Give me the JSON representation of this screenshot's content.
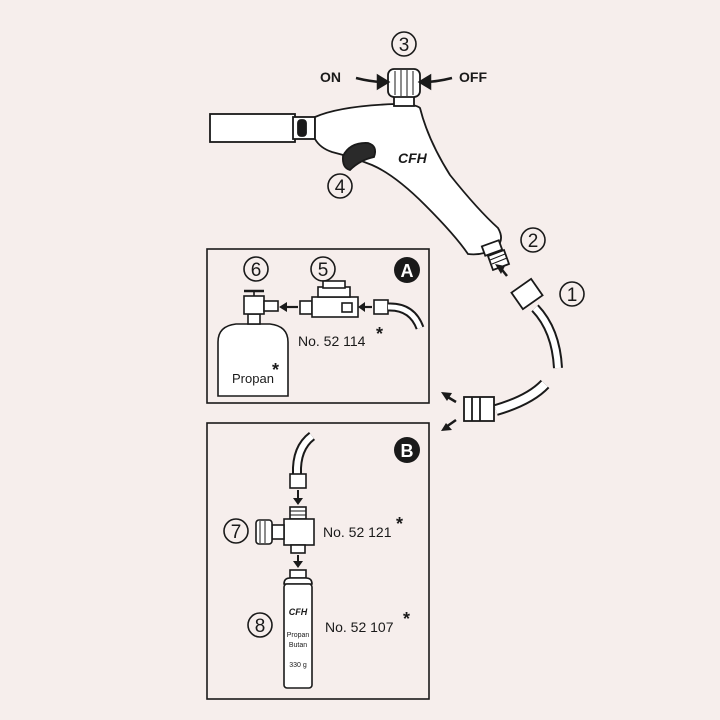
{
  "brand": "CFH",
  "knob": {
    "number": "3",
    "on_label": "ON",
    "off_label": "OFF"
  },
  "callouts": {
    "trigger": "4",
    "nozzle": "2",
    "hose": "1"
  },
  "panel_a": {
    "badge": "A",
    "valve_number": "6",
    "regulator_number": "5",
    "part_number": "No. 52 114",
    "asterisk": "*",
    "cylinder_label": "Propan",
    "cylinder_asterisk": "*"
  },
  "panel_b": {
    "badge": "B",
    "valve_number": "7",
    "valve_part": "No. 52 121",
    "valve_asterisk": "*",
    "cartridge_number": "8",
    "cartridge_part": "No. 52 107",
    "cartridge_asterisk": "*",
    "cartridge_brand": "CFH",
    "cartridge_line1": "Propan",
    "cartridge_line2": "Butan",
    "cartridge_weight": "330 g"
  },
  "colors": {
    "background": "#f6eeec",
    "line": "#1a1a1a",
    "trigger": "#2a2a2a"
  }
}
